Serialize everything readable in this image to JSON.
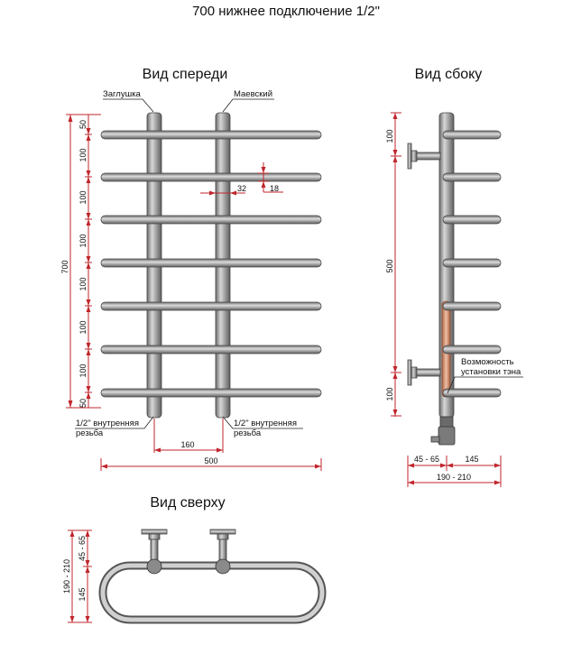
{
  "title": "700 нижнее подключение 1/2\"",
  "front": {
    "title": "Вид спереди",
    "label_plug": "Заглушка",
    "label_mayevsky": "Маевский",
    "label_thread_left_1": "1/2\" внутренняя",
    "label_thread_left_2": "резьба",
    "label_thread_right_1": "1/2\" внутренняя",
    "label_thread_right_2": "резьба",
    "dim_total_height": "700",
    "dim_segments": [
      "50",
      "100",
      "100",
      "100",
      "100",
      "100",
      "100",
      "50"
    ],
    "dim_pipe_diameter": "32",
    "dim_rung_diameter": "18",
    "dim_center_distance": "160",
    "dim_width": "500"
  },
  "side": {
    "title": "Вид сбоку",
    "dim_top": "100",
    "dim_middle": "500",
    "dim_bottom": "100",
    "label_heater_1": "Возможность",
    "label_heater_2": "установки тэна",
    "dim_wall": "45 - 65",
    "dim_depth": "145",
    "dim_total_depth": "190 - 210"
  },
  "top": {
    "title": "Вид сверху",
    "dim_total": "190 - 210",
    "dim_wall": "45 - 65",
    "dim_depth": "145"
  },
  "colors": {
    "pipe": "#9a9a9a",
    "dimension": "#c0262c",
    "heater": "#d89a7a"
  }
}
